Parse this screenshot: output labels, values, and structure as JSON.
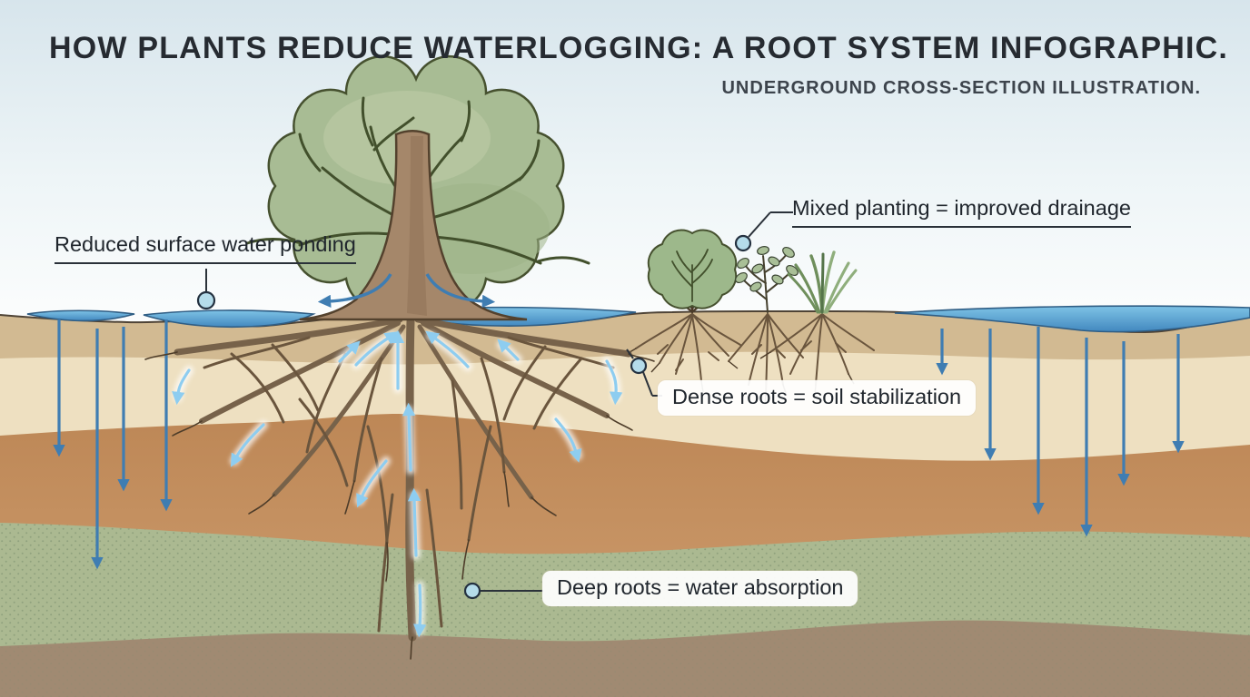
{
  "header": {
    "title": "HOW PLANTS REDUCE WATERLOGGING: A ROOT SYSTEM INFOGRAPHIC.",
    "subtitle": "UNDERGROUND CROSS-SECTION ILLUSTRATION."
  },
  "labels": {
    "surface_ponding": "Reduced surface water ponding",
    "mixed_planting": "Mixed planting = improved drainage",
    "dense_roots": "Dense roots = soil stabilization",
    "deep_roots": "Deep roots = water absorption"
  },
  "icons": {
    "infiltration-arrow-icon": "↓",
    "surface-runoff-arrow-icon": "←",
    "absorption-arrow-icon": "↑",
    "leader-dot-icon": "●"
  },
  "colors": {
    "sky_top": "#d7e5ec",
    "sky_bottom": "#fbfdfd",
    "pond_water": "#5ea6d6",
    "flow_arrow_blue": "#3f7db2",
    "absorption_arrow_blue": "#8ecdf0",
    "canopy_green": "#a8bc94",
    "trunk_brown": "#a5876a",
    "root_brown": "#77624a",
    "soil_layer_1_tan": "#d2ba92",
    "soil_layer_2_cream": "#eee0c1",
    "soil_layer_3_clay": "#c08a58",
    "soil_layer_4_green": "#abb991",
    "soil_layer_5_subsoil": "#a08a72",
    "label_text": "#20262d",
    "label_box_bg": "#ffffff"
  }
}
